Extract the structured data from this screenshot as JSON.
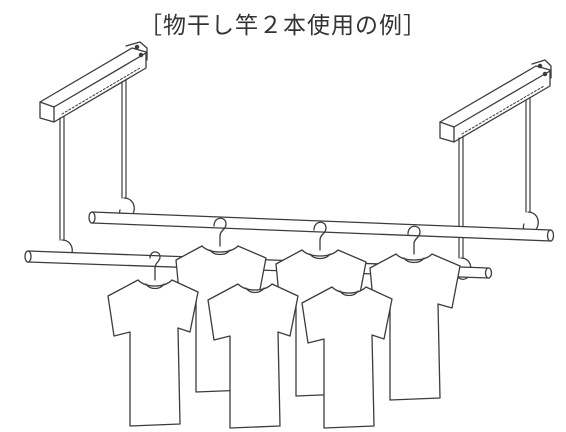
{
  "caption": "［物干し竿２本使用の例］",
  "colors": {
    "line": "#3c3c3c",
    "background": "#ffffff"
  },
  "illustration": {
    "brackets": [
      "left-ceiling-bracket",
      "right-ceiling-bracket"
    ],
    "poles": [
      "front-pole",
      "back-pole"
    ],
    "shirts": 6,
    "hangers": 6
  }
}
